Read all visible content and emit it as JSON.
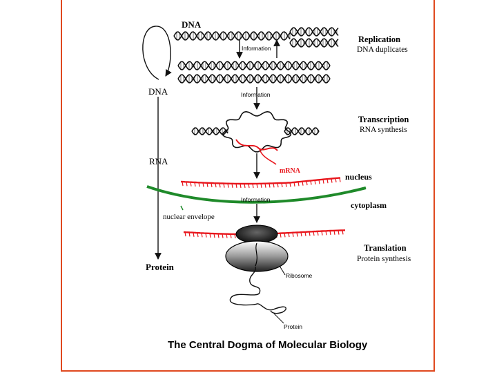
{
  "labels": {
    "dna_top": "DNA",
    "dna_left": "DNA",
    "rna_left": "RNA",
    "protein_left": "Protein",
    "info_1": "Information",
    "info_2": "Information",
    "info_3": "Information",
    "replication_title": "Replication",
    "replication_sub": "DNA duplicates",
    "transcription_title": "Transcription",
    "transcription_sub": "RNA synthesis",
    "mrna": "mRNA",
    "nucleus": "nucleus",
    "cytoplasm": "cytoplasm",
    "nuclear_envelope": "nuclear envelope",
    "translation_title": "Translation",
    "translation_sub": "Protein synthesis",
    "ribosome": "Ribosome",
    "protein_bottom": "Protein",
    "caption": "The Central Dogma of Molecular Biology"
  },
  "colors": {
    "border": "#e0481e",
    "mrna": "#e8161c",
    "envelope": "#1f8a2a",
    "ink": "#111111"
  }
}
